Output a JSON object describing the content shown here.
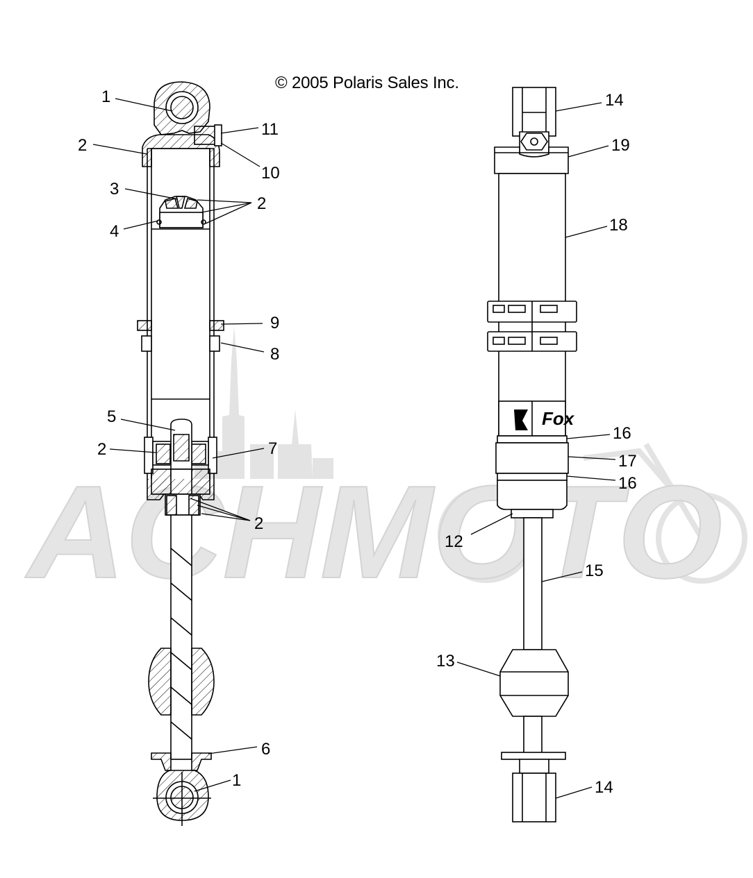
{
  "diagram": {
    "copyright": "© 2005 Polaris Sales Inc.",
    "watermark": "ACHMOTO",
    "logo_text": "Fox",
    "colors": {
      "line": "#000000",
      "watermark": "#d9d9d9",
      "background": "#ffffff"
    },
    "views": [
      {
        "name": "sectional-view",
        "callouts": [
          {
            "id": "c1a",
            "text": "1"
          },
          {
            "id": "c2a",
            "text": "2"
          },
          {
            "id": "c11",
            "text": "11"
          },
          {
            "id": "c10",
            "text": "10"
          },
          {
            "id": "c3",
            "text": "3"
          },
          {
            "id": "c2b",
            "text": "2"
          },
          {
            "id": "c4",
            "text": "4"
          },
          {
            "id": "c9",
            "text": "9"
          },
          {
            "id": "c8",
            "text": "8"
          },
          {
            "id": "c5",
            "text": "5"
          },
          {
            "id": "c2c",
            "text": "2"
          },
          {
            "id": "c7",
            "text": "7"
          },
          {
            "id": "c2d",
            "text": "2"
          },
          {
            "id": "c6",
            "text": "6"
          },
          {
            "id": "c1b",
            "text": "1"
          }
        ]
      },
      {
        "name": "exterior-view",
        "callouts": [
          {
            "id": "c14a",
            "text": "14"
          },
          {
            "id": "c19",
            "text": "19"
          },
          {
            "id": "c18",
            "text": "18"
          },
          {
            "id": "c16a",
            "text": "16"
          },
          {
            "id": "c17",
            "text": "17"
          },
          {
            "id": "c16b",
            "text": "16"
          },
          {
            "id": "c12",
            "text": "12"
          },
          {
            "id": "c15",
            "text": "15"
          },
          {
            "id": "c13",
            "text": "13"
          },
          {
            "id": "c14b",
            "text": "14"
          }
        ]
      }
    ]
  }
}
